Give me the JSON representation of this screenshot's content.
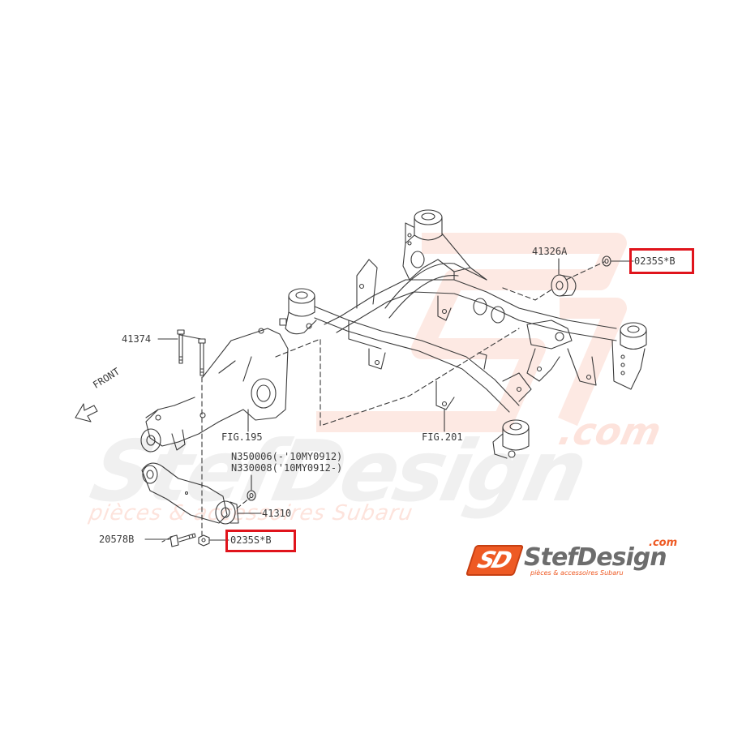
{
  "diagram": {
    "subject": "Rear crossmember / differential mount exploded parts diagram",
    "front_indicator": "FRONT",
    "callouts": [
      {
        "id": "41374",
        "label": "41374"
      },
      {
        "id": "41326A",
        "label": "41326A"
      },
      {
        "id": "0235S*B-top",
        "label": "0235S*B",
        "highlighted": true
      },
      {
        "id": "fig195",
        "label": "FIG.195"
      },
      {
        "id": "fig201",
        "label": "FIG.201"
      },
      {
        "id": "N350006",
        "label": "N350006(-'10MY0912)"
      },
      {
        "id": "N330008",
        "label": "N330008('10MY0912-)"
      },
      {
        "id": "41310",
        "label": "41310"
      },
      {
        "id": "20578B",
        "label": "20578B"
      },
      {
        "id": "0235S*B-bottom",
        "label": "0235S*B",
        "highlighted": true
      }
    ],
    "highlight_color": "#e0141c",
    "line_color": "#3a3a3a"
  },
  "watermark": {
    "brand": "StefDesign",
    "domain": ".com",
    "tagline": "pièces & accessoires Subaru",
    "color_light_gray": "#f0f0f0",
    "color_light_orange": "#fde3dc"
  },
  "logo": {
    "mark": "SD",
    "name": "StefDesign",
    "domain": ".com",
    "tagline": "pièces & accessoires Subaru",
    "accent": "#ee5a24"
  }
}
